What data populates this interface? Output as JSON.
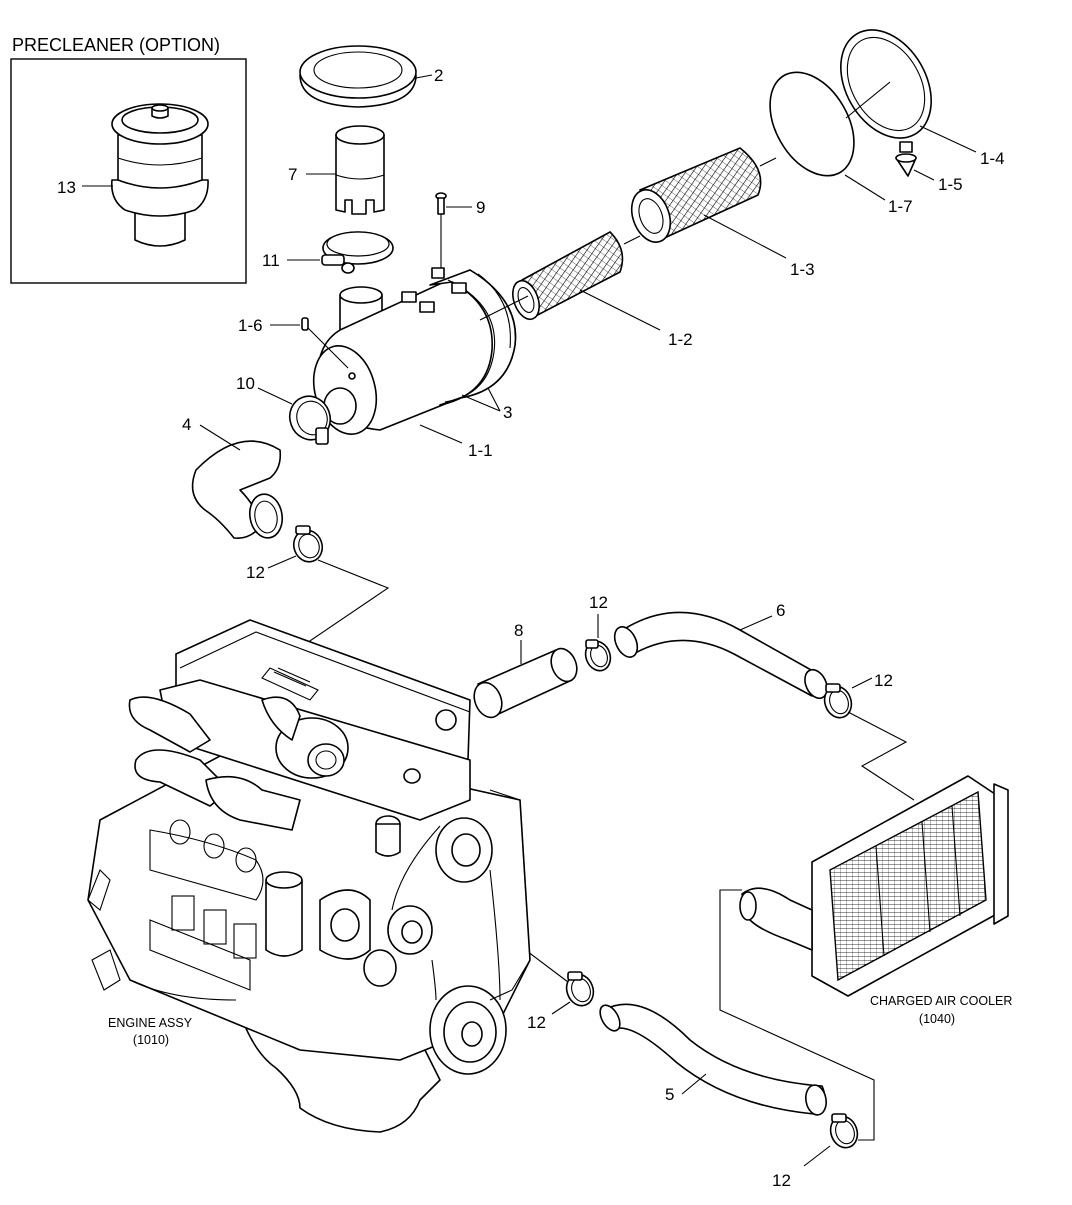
{
  "precleaner_title": "PRECLEANER (OPTION)",
  "engine_label": {
    "line1": "ENGINE ASSY",
    "line2": "(1010)"
  },
  "cooler_label": {
    "line1": "CHARGED AIR COOLER",
    "line2": "(1040)"
  },
  "callouts": {
    "p2": "2",
    "p7": "7",
    "p9": "9",
    "p11": "11",
    "p1_6": "1-6",
    "p10": "10",
    "p4": "4",
    "p3": "3",
    "p1_1": "1-1",
    "p1_2": "1-2",
    "p1_3": "1-3",
    "p1_4": "1-4",
    "p1_5": "1-5",
    "p1_7": "1-7",
    "p13": "13",
    "p12_a": "12",
    "p12_b": "12",
    "p12_c": "12",
    "p12_d": "12",
    "p12_e": "12",
    "p8": "8",
    "p6": "6",
    "p5": "5"
  }
}
